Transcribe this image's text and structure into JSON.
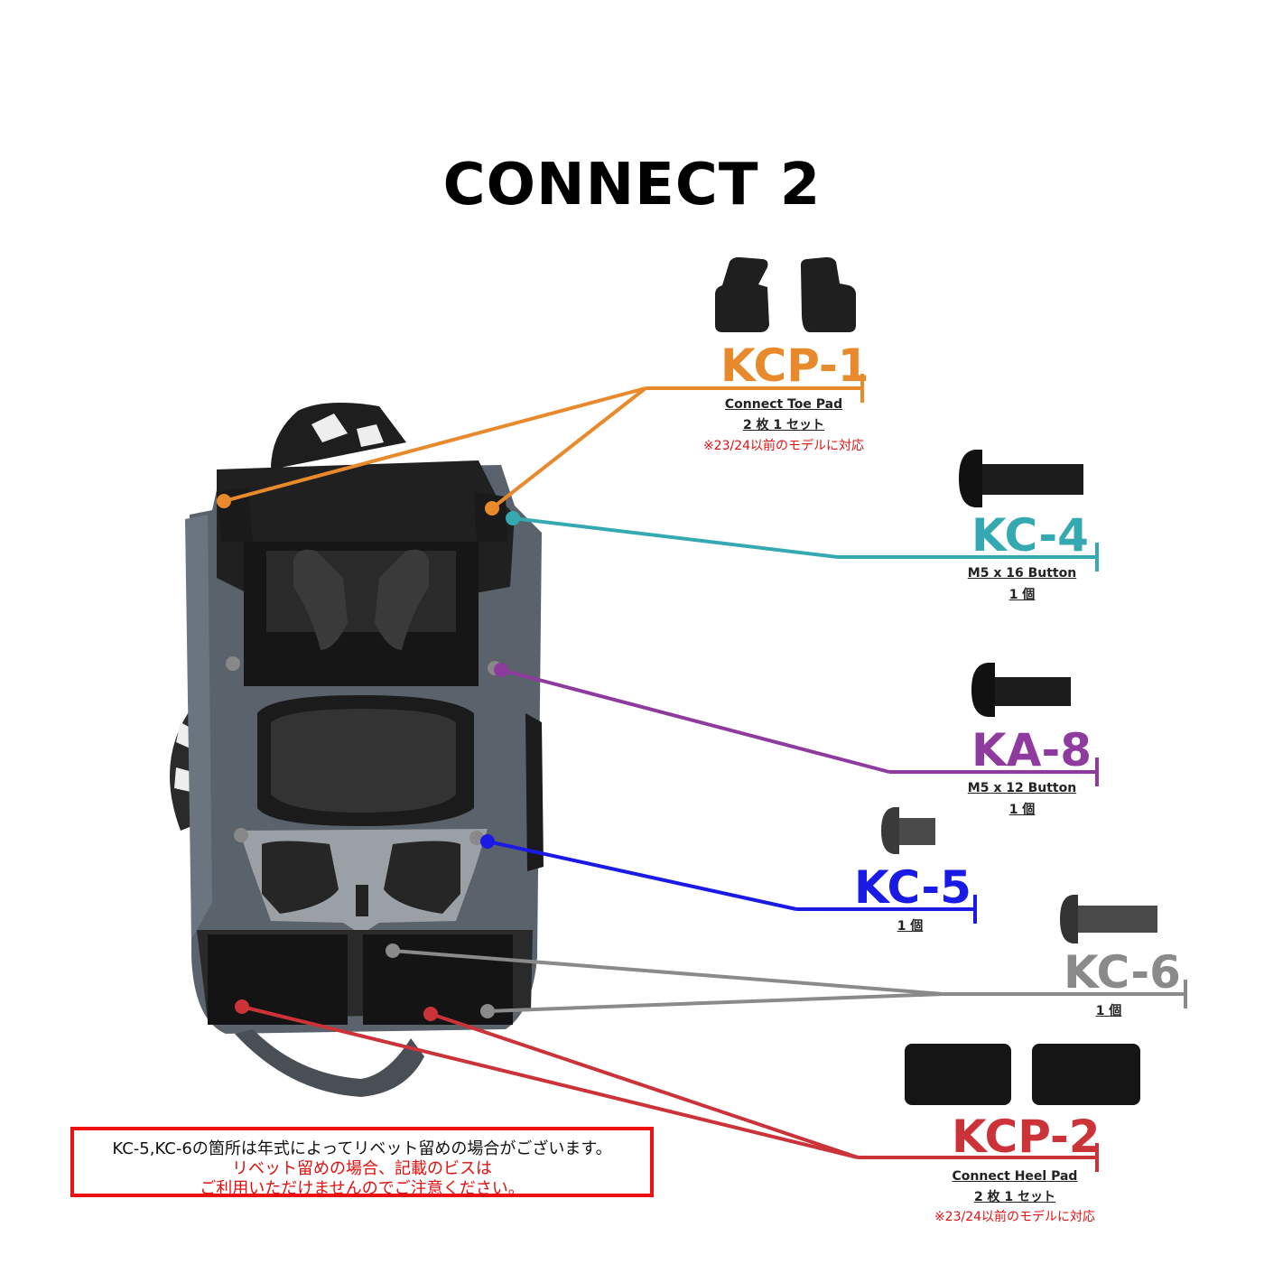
{
  "title": "CONNECT 2",
  "parts": {
    "kcp1": {
      "code": "KCP-1",
      "name": "Connect Toe Pad",
      "qty": "2 枚 1 セット",
      "note": "※23/24以前のモデルに対応",
      "color": "#e8892b",
      "icon": "toe-pad-pair-icon"
    },
    "kc4": {
      "code": "KC-4",
      "name": "M5 x 16 Button",
      "qty": "1 個",
      "color": "#35a9b1",
      "icon": "screw-icon"
    },
    "ka8": {
      "code": "KA-8",
      "name": "M5 x 12 Button",
      "qty": "1 個",
      "color": "#8e3a9e",
      "icon": "screw-icon"
    },
    "kc5": {
      "code": "KC-5",
      "qty": "1 個",
      "color": "#1a1ae6",
      "icon": "short-screw-icon"
    },
    "kc6": {
      "code": "KC-6",
      "qty": "1 個",
      "color": "#8a8a8a",
      "icon": "screw-icon"
    },
    "kcp2": {
      "code": "KCP-2",
      "name": "Connect Heel Pad",
      "qty": "2 枚 1 セット",
      "note": "※23/24以前のモデルに対応",
      "color": "#cc3339",
      "icon": "heel-pad-pair-icon"
    }
  },
  "notice": {
    "line1": "KC-5,KC-6の箇所は年式によってリベット留めの場合がございます。",
    "line2": "リベット留めの場合、記載のビスは",
    "line3": "ご利用いただけませんのでご注意ください。",
    "border_color": "#ee1111"
  }
}
